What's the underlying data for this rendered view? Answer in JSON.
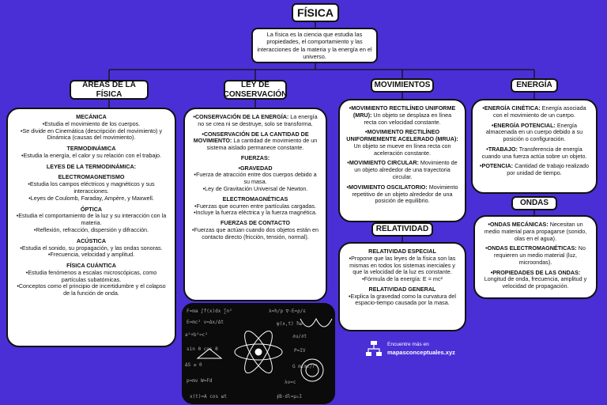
{
  "title": "FÍSICA",
  "intro": "La física es la ciencia que estudia las propiedades, el comportamiento y las interacciones de la materia y la energía en el universo.",
  "headers": {
    "areas": "ÁREAS DE LA FÍSICA",
    "ley": "LEY DE CONSERVACIÓN",
    "movimientos": "MOVIMIENTOS",
    "energia": "ENERGÍA",
    "ondas": "ONDAS",
    "relatividad": "RELATIVIDAD"
  },
  "areas": {
    "mecanica_t": "MECÁNICA",
    "mecanica_1": "•Estudia el movimiento de los cuerpos.",
    "mecanica_2": "•Se divide en Cinemática (descripción del movimiento) y Dinámica (causas del movimiento).",
    "termo_t": "TERMODINÁMICA",
    "termo_1": "•Estudia la energía, el calor y su relación con el trabajo.",
    "leyes_t": "LEYES DE LA TERMODINÁMICA:",
    "electro_t": "ELECTROMAGNETISMO",
    "electro_1": "•Estudia los campos eléctricos y magnéticos y sus interacciones.",
    "electro_2": "•Leyes de Coulomb, Faraday, Ampère, y Maxwell.",
    "optica_t": "ÓPTICA",
    "optica_1": "•Estudia el comportamiento de la luz y su interacción con la materia.",
    "optica_2": "•Reflexión, refracción, dispersión y difracción.",
    "acustica_t": "ACÚSTICA",
    "acustica_1": "•Estudia el sonido, su propagación, y las ondas sonoras.",
    "acustica_2": "•Frecuencia, velocidad y amplitud.",
    "cuantica_t": "FÍSICA CUÁNTICA",
    "cuantica_1": "•Estudia fenómenos a escalas microscópicas, como partículas subatómicas.",
    "cuantica_2": "•Conceptos como el principio de incertidumbre y el colapso de la función de onda."
  },
  "ley": {
    "energia_b": "•CONSERVACIÓN DE LA ENERGÍA:",
    "energia_r": " La energía no se crea ni se destruye, solo se transforma.",
    "cantidad_b": "•CONSERVACIÓN DE LA CANTIDAD DE MOVIMIENTO:",
    "cantidad_r": " La cantidad de movimiento de un sistema aislado permanece constante.",
    "fuerzas_t": "FUERZAS:",
    "gravedad_t": "•GRAVEDAD",
    "gravedad_1": "•Fuerza de atracción entre dos cuerpos debido a su masa.",
    "gravedad_2": "•Ley de Gravitación Universal de Newton.",
    "electrom_t": "ELECTROMAGNÉTICAS",
    "electrom_1": "•Fuerzas que ocurren entre partículas cargadas.",
    "electrom_2": "•Incluye la fuerza eléctrica y la fuerza magnética.",
    "contacto_t": "FUERZAS DE CONTACTO",
    "contacto_1": "•Fuerzas que actúan cuando dos objetos están en contacto directo (fricción, tensión, normal)."
  },
  "movimientos": {
    "mru_b": "•MOVIMIENTO RECTILÍNEO UNIFORME (MRU):",
    "mru_r": " Un objeto se desplaza en línea recta con velocidad constante.",
    "mrua_b": "•MOVIMIENTO RECTILÍNEO UNIFORMEMENTE ACELERADO (MRUA):",
    "mrua_r": " Un objeto se mueve en línea recta con aceleración constante.",
    "circ_b": "•MOVIMIENTO CIRCULAR:",
    "circ_r": " Movimiento de un objeto alrededor de una trayectoria circular.",
    "osc_b": "•MOVIMIENTO OSCILATORIO:",
    "osc_r": " Movimiento repetitivo de un objeto alrededor de una posición de equilibrio."
  },
  "energia": {
    "cin_b": "•ENERGÍA CINÉTICA:",
    "cin_r": " Energía asociada con el movimiento de un cuerpo.",
    "pot_b": "•ENERGÍA POTENCIAL:",
    "pot_r": " Energía almacenada en un cuerpo debido a su posición o configuración.",
    "trab_b": "•TRABAJO:",
    "trab_r": " Transferencia de energía cuando una fuerza actúa sobre un objeto.",
    "poten_b": "•POTENCIA:",
    "poten_r": " Cantidad de trabajo realizado por unidad de tiempo."
  },
  "ondas": {
    "mec_b": "•ONDAS MECÁNICAS:",
    "mec_r": " Necesitan un medio material para propagarse (sonido, olas en el agua).",
    "em_b": "•ONDAS ELECTROMAGNÉTICAS:",
    "em_r": " No requieren un medio material (luz, microondas).",
    "prop_b": "•PROPIEDADES DE LAS ONDAS:",
    "prop_r": " Longitud de onda, frecuencia, amplitud y velocidad de propagación."
  },
  "relatividad": {
    "esp_t": "RELATIVIDAD ESPECIAL",
    "esp_1": "•Propone que las leyes de la física son las mismas en todos los sistemas inerciales y que la velocidad de la luz es constante.",
    "esp_2": "•Fórmula de la energía: E = mc²",
    "gen_t": "RELATIVIDAD GENERAL",
    "gen_1": "•Explica la gravedad como la curvatura del espacio-tiempo causada por la masa."
  },
  "brand": {
    "line1": "Encuentre más en",
    "line2": "mapasconceptuales.xyz"
  },
  "colors": {
    "background": "#4a2fd6",
    "box": "#ffffff",
    "border": "#111111"
  }
}
